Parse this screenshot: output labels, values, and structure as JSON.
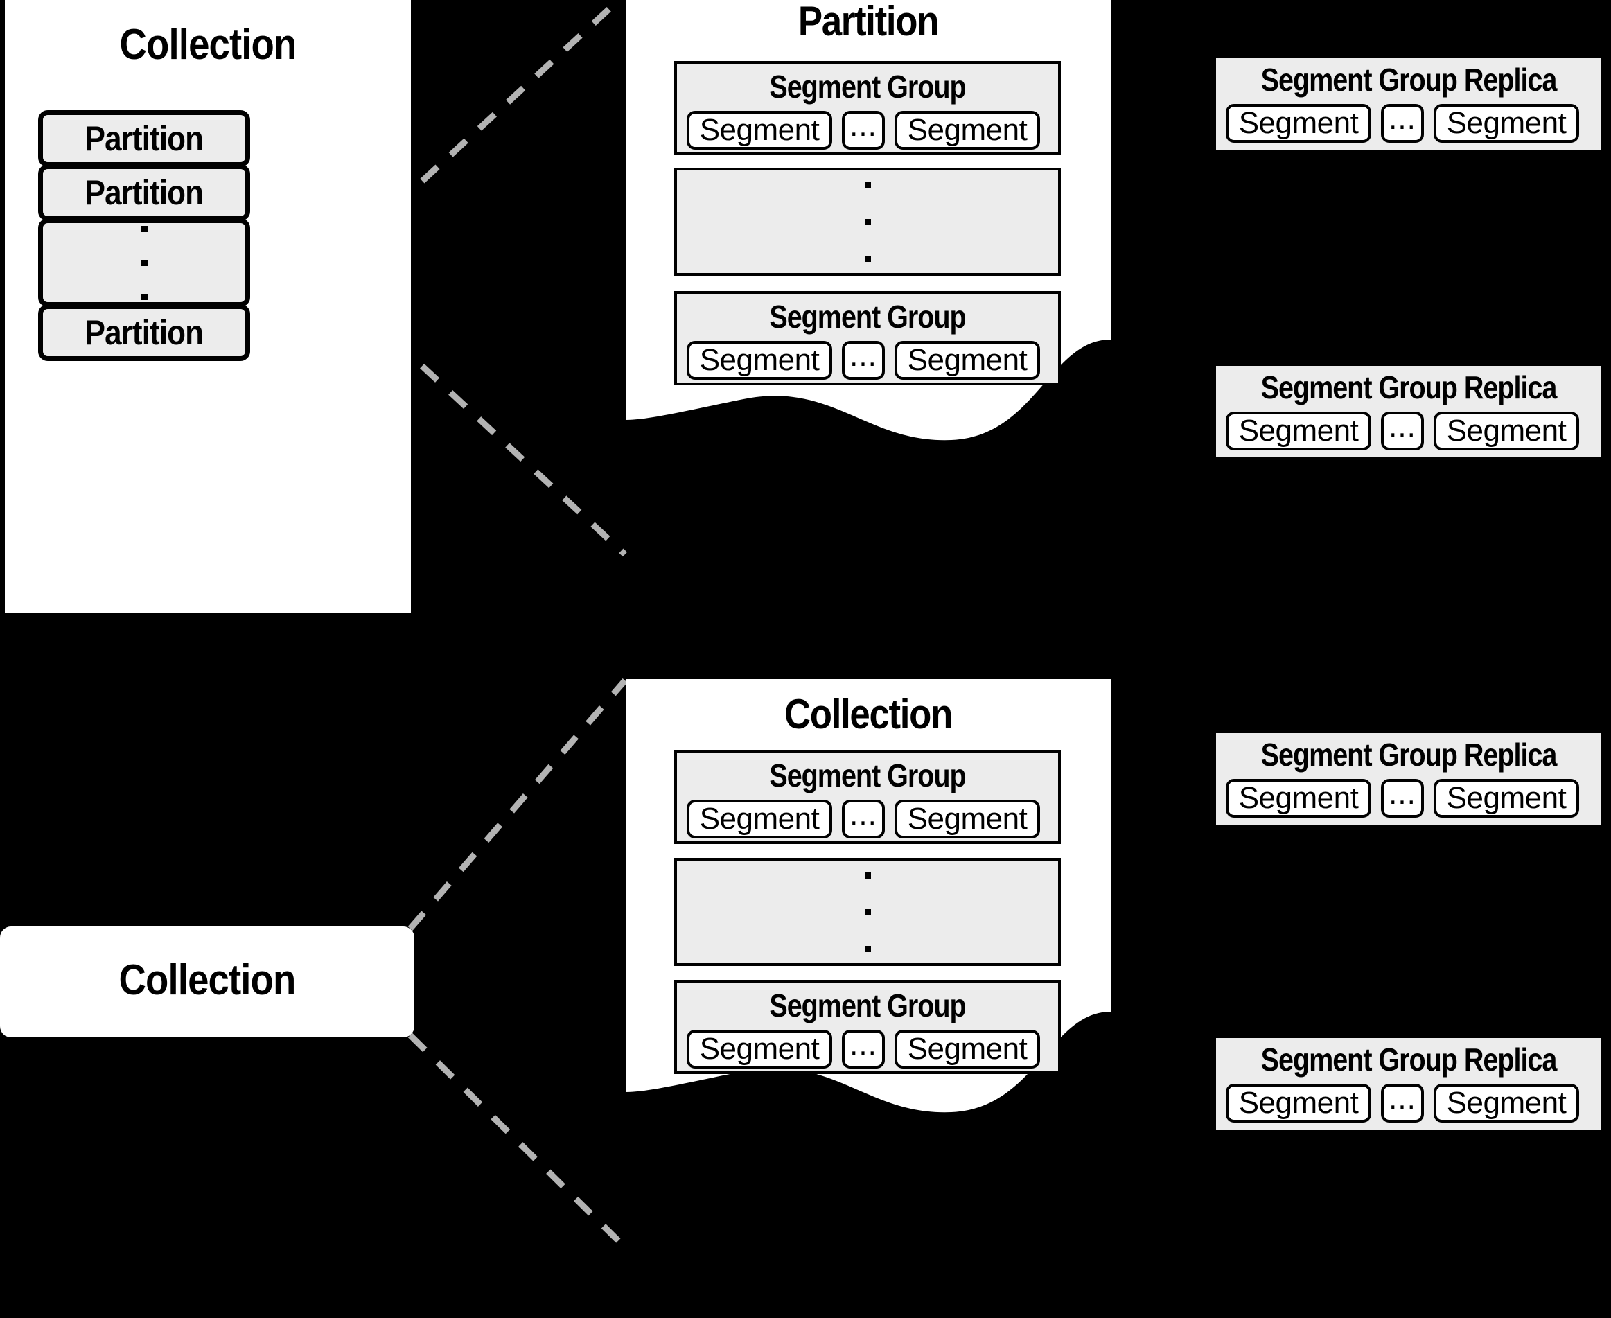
{
  "diagram": {
    "title_collection": "Collection",
    "title_partition": "Partition",
    "label_partition": "Partition",
    "label_segment_group": "Segment Group",
    "label_segment_group_replica": "Segment Group Replica",
    "label_segment": "Segment",
    "label_ellipsis": "...",
    "colors": {
      "background": "#000000",
      "paper": "#ffffff",
      "block_fill": "#ececec",
      "stroke": "#000000",
      "connector": "#b3b3b3"
    }
  },
  "top_collection": {
    "title": "Collection",
    "rows": [
      {
        "label": "Partition",
        "kind": "labeled"
      },
      {
        "label": "Partition",
        "kind": "labeled"
      },
      {
        "label": "",
        "kind": "vertical-ellipsis"
      },
      {
        "label": "Partition",
        "kind": "labeled"
      }
    ]
  },
  "partition_panel": {
    "title": "Partition",
    "groups": [
      {
        "title": "Segment Group",
        "kind": "labeled",
        "segments": [
          "Segment",
          "...",
          "Segment"
        ]
      },
      {
        "title": "",
        "kind": "vertical-ellipsis",
        "segments": []
      },
      {
        "title": "Segment Group",
        "kind": "labeled",
        "segments": [
          "Segment",
          "...",
          "Segment"
        ]
      }
    ]
  },
  "bottom_collection_box": {
    "title": "Collection"
  },
  "collection_panel": {
    "title": "Collection",
    "groups": [
      {
        "title": "Segment Group",
        "kind": "labeled",
        "segments": [
          "Segment",
          "...",
          "Segment"
        ]
      },
      {
        "title": "",
        "kind": "vertical-ellipsis",
        "segments": []
      },
      {
        "title": "Segment Group",
        "kind": "labeled",
        "segments": [
          "Segment",
          "...",
          "Segment"
        ]
      }
    ]
  },
  "replicas": [
    {
      "title": "Segment Group Replica",
      "segments": [
        "Segment",
        "...",
        "Segment"
      ]
    },
    {
      "title": "Segment Group Replica",
      "segments": [
        "Segment",
        "...",
        "Segment"
      ]
    },
    {
      "title": "Segment Group Replica",
      "segments": [
        "Segment",
        "...",
        "Segment"
      ]
    },
    {
      "title": "Segment Group Replica",
      "segments": [
        "Segment",
        "...",
        "Segment"
      ]
    }
  ]
}
